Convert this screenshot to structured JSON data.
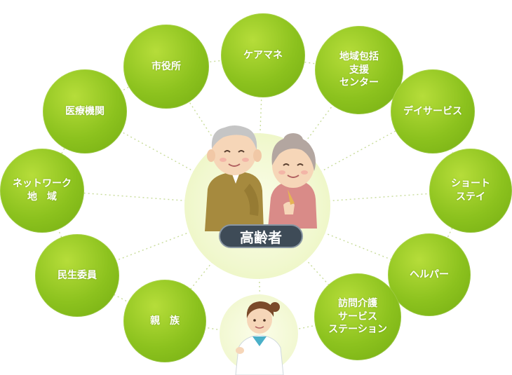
{
  "center": {
    "label": "高齢者"
  },
  "nodes": [
    {
      "id": "caremane",
      "label": "ケアマネ"
    },
    {
      "id": "chiiki-center",
      "label": "地域包括\n支援\nセンター"
    },
    {
      "id": "day-service",
      "label": "デイサービス"
    },
    {
      "id": "short-stay",
      "label": "ショート\nステイ"
    },
    {
      "id": "helper",
      "label": "ヘルパー"
    },
    {
      "id": "houmon",
      "label": "訪問介護\nサービス\nステーション"
    },
    {
      "id": "shinzoku",
      "label": "親　族"
    },
    {
      "id": "minsei",
      "label": "民生委員"
    },
    {
      "id": "network",
      "label": "ネットワーク\n地　域"
    },
    {
      "id": "iryo",
      "label": "医療機関"
    },
    {
      "id": "shiyakusho",
      "label": "市役所"
    }
  ],
  "colors": {
    "node_green": "#8cc21e",
    "center_disc": "#f1f8cf",
    "center_label_bg": "#3e4b57",
    "connector": "#c8dc9a"
  },
  "icons": {
    "center_illustration": "elderly-couple-icon",
    "bottom_illustration": "nurse-icon"
  }
}
